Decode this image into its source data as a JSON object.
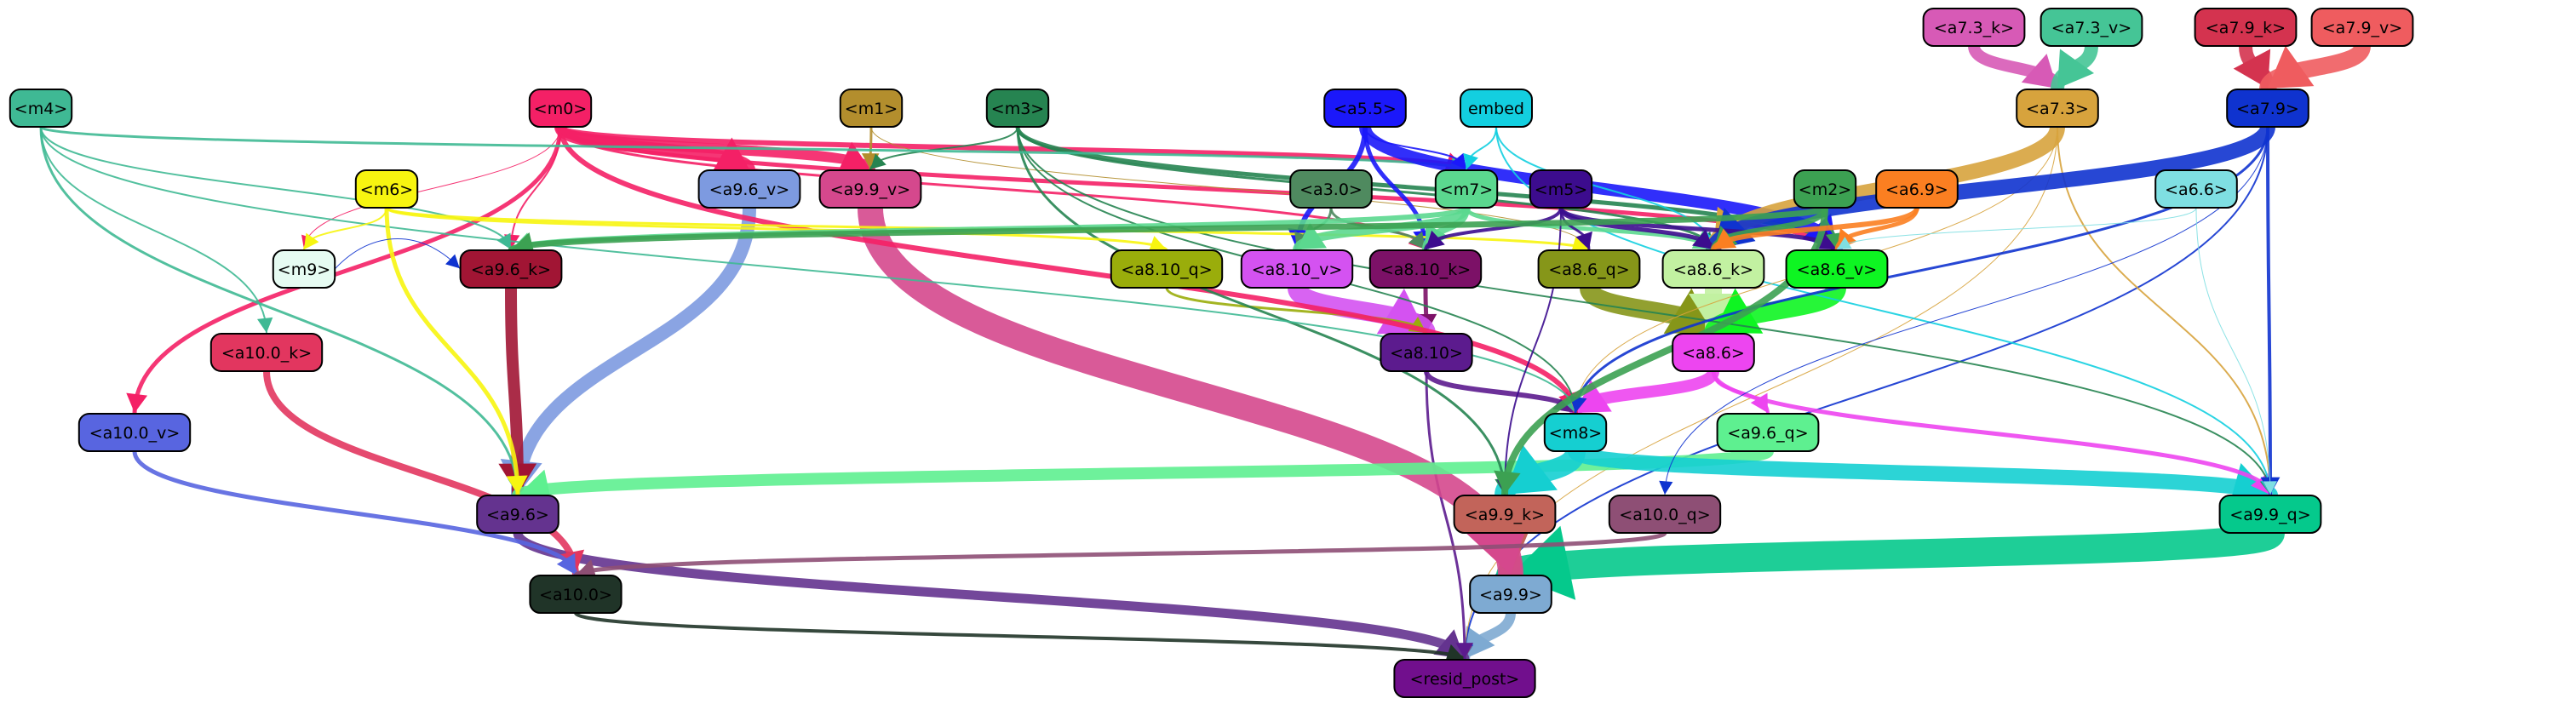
{
  "nodes": [
    {
      "id": "m4",
      "label": "<m4>",
      "fill": "#3fb994",
      "text": "#000000"
    },
    {
      "id": "m0",
      "label": "<m0>",
      "fill": "#f42066",
      "text": "#000000"
    },
    {
      "id": "m1",
      "label": "<m1>",
      "fill": "#b38e2d",
      "text": "#000000"
    },
    {
      "id": "m3",
      "label": "<m3>",
      "fill": "#268451",
      "text": "#000000"
    },
    {
      "id": "a5_5",
      "label": "<a5.5>",
      "fill": "#1b18fa",
      "text": "#000000"
    },
    {
      "id": "embed",
      "label": "embed",
      "fill": "#13cfe0",
      "text": "#000000"
    },
    {
      "id": "a7_3_k",
      "label": "<a7.3_k>",
      "fill": "#d75ab6",
      "text": "#000000"
    },
    {
      "id": "a7_3_v",
      "label": "<a7.3_v>",
      "fill": "#45c596",
      "text": "#000000"
    },
    {
      "id": "a7_9_k",
      "label": "<a7.9_k>",
      "fill": "#d4334f",
      "text": "#000000"
    },
    {
      "id": "a7_9_v",
      "label": "<a7.9_v>",
      "fill": "#ef5c5f",
      "text": "#000000"
    },
    {
      "id": "a7_3",
      "label": "<a7.3>",
      "fill": "#d7a33d",
      "text": "#000000"
    },
    {
      "id": "a7_9",
      "label": "<a7.9>",
      "fill": "#0f33cf",
      "text": "#000000"
    },
    {
      "id": "m6",
      "label": "<m6>",
      "fill": "#f7f510",
      "text": "#000000"
    },
    {
      "id": "a9_6_v",
      "label": "<a9.6_v>",
      "fill": "#7d9ae0",
      "text": "#000000"
    },
    {
      "id": "a9_9_v",
      "label": "<a9.9_v>",
      "fill": "#d5488d",
      "text": "#000000"
    },
    {
      "id": "a3_0",
      "label": "<a3.0>",
      "fill": "#4f8a5f",
      "text": "#000000"
    },
    {
      "id": "m7",
      "label": "<m7>",
      "fill": "#5bd88f",
      "text": "#000000"
    },
    {
      "id": "m5",
      "label": "<m5>",
      "fill": "#3c0c8e",
      "text": "#000000"
    },
    {
      "id": "m2",
      "label": "<m2>",
      "fill": "#3ca152",
      "text": "#000000"
    },
    {
      "id": "a6_9",
      "label": "<a6.9>",
      "fill": "#fb7f21",
      "text": "#000000"
    },
    {
      "id": "a6_6",
      "label": "<a6.6>",
      "fill": "#7fdfe2",
      "text": "#000000"
    },
    {
      "id": "m9",
      "label": "<m9>",
      "fill": "#e6fbf2",
      "text": "#000000"
    },
    {
      "id": "a9_6_k",
      "label": "<a9.6_k>",
      "fill": "#a11534",
      "text": "#000000"
    },
    {
      "id": "a8_10_q",
      "label": "<a8.10_q>",
      "fill": "#9aad0b",
      "text": "#000000"
    },
    {
      "id": "a8_10_v",
      "label": "<a8.10_v>",
      "fill": "#d452f1",
      "text": "#000000"
    },
    {
      "id": "a8_10_k",
      "label": "<a8.10_k>",
      "fill": "#7c1167",
      "text": "#000000"
    },
    {
      "id": "a8_6_q",
      "label": "<a8.6_q>",
      "fill": "#869619",
      "text": "#000000"
    },
    {
      "id": "a8_6_k",
      "label": "<a8.6_k>",
      "fill": "#c2f1a1",
      "text": "#000000"
    },
    {
      "id": "a8_6_v",
      "label": "<a8.6_v>",
      "fill": "#0ef522",
      "text": "#000000"
    },
    {
      "id": "a10_0_k",
      "label": "<a10.0_k>",
      "fill": "#e2365f",
      "text": "#000000"
    },
    {
      "id": "a8_10",
      "label": "<a8.10>",
      "fill": "#5c1b8e",
      "text": "#000000"
    },
    {
      "id": "a8_6",
      "label": "<a8.6>",
      "fill": "#ed45f0",
      "text": "#000000"
    },
    {
      "id": "a10_0_v",
      "label": "<a10.0_v>",
      "fill": "#5865e0",
      "text": "#000000"
    },
    {
      "id": "m8",
      "label": "<m8>",
      "fill": "#15cfd1",
      "text": "#000000"
    },
    {
      "id": "a9_6_q",
      "label": "<a9.6_q>",
      "fill": "#5ef090",
      "text": "#000000"
    },
    {
      "id": "a9_6",
      "label": "<a9.6>",
      "fill": "#64338f",
      "text": "#000000"
    },
    {
      "id": "a9_9_k",
      "label": "<a9.9_k>",
      "fill": "#c2645a",
      "text": "#000000"
    },
    {
      "id": "a10_0_q",
      "label": "<a10.0_q>",
      "fill": "#8e4f75",
      "text": "#000000"
    },
    {
      "id": "a9_9_q",
      "label": "<a9.9_q>",
      "fill": "#05c98c",
      "text": "#000000"
    },
    {
      "id": "a10_0",
      "label": "<a10.0>",
      "fill": "#203428",
      "text": "#000000"
    },
    {
      "id": "a9_9",
      "label": "<a9.9>",
      "fill": "#7eaad2",
      "text": "#000000"
    },
    {
      "id": "resid_post",
      "label": "<resid_post>",
      "fill": "#710f8d",
      "text": "#000000"
    }
  ],
  "edges": [
    {
      "from": "a9_9",
      "to": "resid_post",
      "color": "#7eaad2",
      "width": 12
    },
    {
      "from": "a9_6",
      "to": "resid_post",
      "color": "#64338f",
      "width": 11
    },
    {
      "from": "a10_0",
      "to": "resid_post",
      "color": "#203428",
      "width": 4
    },
    {
      "from": "a7_9",
      "to": "resid_post",
      "color": "#0f33cf",
      "width": 2
    },
    {
      "from": "a7_3",
      "to": "resid_post",
      "color": "#d7a33d",
      "width": 1
    },
    {
      "from": "a8_10",
      "to": "resid_post",
      "color": "#5c1b8e",
      "width": 3
    },
    {
      "from": "a9_9_q",
      "to": "a9_9",
      "color": "#05c98c",
      "width": 34
    },
    {
      "from": "a9_9_k",
      "to": "a9_9",
      "color": "#c2645a",
      "width": 26
    },
    {
      "from": "a9_9_v",
      "to": "a9_9",
      "color": "#d5488d",
      "width": 30
    },
    {
      "from": "a9_6_v",
      "to": "a9_6",
      "color": "#7d9ae0",
      "width": 16
    },
    {
      "from": "a9_6_k",
      "to": "a9_6",
      "color": "#a11534",
      "width": 14
    },
    {
      "from": "a9_6_q",
      "to": "a9_6",
      "color": "#5ef090",
      "width": 14
    },
    {
      "from": "a10_0_k",
      "to": "a10_0",
      "color": "#e2365f",
      "width": 8
    },
    {
      "from": "a10_0_v",
      "to": "a10_0",
      "color": "#5865e0",
      "width": 5
    },
    {
      "from": "a10_0_q",
      "to": "a10_0",
      "color": "#8e4f75",
      "width": 5
    },
    {
      "from": "m8",
      "to": "a9_9_q",
      "color": "#15cfd1",
      "width": 18
    },
    {
      "from": "m8",
      "to": "a9_9_k",
      "color": "#15cfd1",
      "width": 24
    },
    {
      "from": "a8_6",
      "to": "a9_9_q",
      "color": "#ed45f0",
      "width": 5
    },
    {
      "from": "a8_6",
      "to": "m8",
      "color": "#ed45f0",
      "width": 14
    },
    {
      "from": "a8_6",
      "to": "a9_6_q",
      "color": "#ed45f0",
      "width": 4
    },
    {
      "from": "a8_6_q",
      "to": "a8_6",
      "color": "#869619",
      "width": 22
    },
    {
      "from": "a8_6_k",
      "to": "a8_6",
      "color": "#c2f1a1",
      "width": 20
    },
    {
      "from": "a8_6_v",
      "to": "a8_6",
      "color": "#0ef522",
      "width": 22
    },
    {
      "from": "a8_10",
      "to": "m8",
      "color": "#5c1b8e",
      "width": 6
    },
    {
      "from": "a8_10_k",
      "to": "a8_10",
      "color": "#7c1167",
      "width": 5
    },
    {
      "from": "a8_10_v",
      "to": "a8_10",
      "color": "#d452f1",
      "width": 22
    },
    {
      "from": "a8_10_q",
      "to": "a8_10",
      "color": "#9aad0b",
      "width": 3
    },
    {
      "from": "m0",
      "to": "a9_6_v",
      "color": "#f42066",
      "width": 14
    },
    {
      "from": "m0",
      "to": "a9_9_v",
      "color": "#f42066",
      "width": 12
    },
    {
      "from": "m0",
      "to": "m7",
      "color": "#f42066",
      "width": 6
    },
    {
      "from": "m0",
      "to": "a10_0_v",
      "color": "#f42066",
      "width": 5
    },
    {
      "from": "m0",
      "to": "m8",
      "color": "#f42066",
      "width": 6
    },
    {
      "from": "m0",
      "to": "a8_6_v",
      "color": "#f42066",
      "width": 5
    },
    {
      "from": "m0",
      "to": "a8_10_k",
      "color": "#f42066",
      "width": 3
    },
    {
      "from": "m0",
      "to": "a9_6_k",
      "color": "#f42066",
      "width": 2
    },
    {
      "from": "m0",
      "to": "m9",
      "color": "#f42066",
      "width": 1
    },
    {
      "from": "m1",
      "to": "a9_9_v",
      "color": "#b38e2d",
      "width": 3
    },
    {
      "from": "m1",
      "to": "a8_6_q",
      "color": "#b38e2d",
      "width": 1
    },
    {
      "from": "m3",
      "to": "a9_9_k",
      "color": "#268451",
      "width": 3
    },
    {
      "from": "m3",
      "to": "a8_6_v",
      "color": "#268451",
      "width": 5
    },
    {
      "from": "m3",
      "to": "m8",
      "color": "#268451",
      "width": 2
    },
    {
      "from": "m3",
      "to": "a9_9_v",
      "color": "#268451",
      "width": 2
    },
    {
      "from": "m3",
      "to": "a8_6_k",
      "color": "#268451",
      "width": 3
    },
    {
      "from": "m3",
      "to": "a9_9_q",
      "color": "#268451",
      "width": 2
    },
    {
      "from": "m4",
      "to": "a9_6_k",
      "color": "#3fb994",
      "width": 2
    },
    {
      "from": "m4",
      "to": "a10_0_k",
      "color": "#3fb994",
      "width": 2
    },
    {
      "from": "m4",
      "to": "a9_6",
      "color": "#3fb994",
      "width": 3
    },
    {
      "from": "m4",
      "to": "m7",
      "color": "#3fb994",
      "width": 3
    },
    {
      "from": "m4",
      "to": "m8",
      "color": "#3fb994",
      "width": 2
    },
    {
      "from": "a5_5",
      "to": "a8_6_v",
      "color": "#1b18fa",
      "width": 14
    },
    {
      "from": "a5_5",
      "to": "a8_10_v",
      "color": "#1b18fa",
      "width": 6
    },
    {
      "from": "a5_5",
      "to": "a8_10_k",
      "color": "#1b18fa",
      "width": 5
    },
    {
      "from": "a5_5",
      "to": "m7",
      "color": "#1b18fa",
      "width": 2
    },
    {
      "from": "embed",
      "to": "m7",
      "color": "#13cfe0",
      "width": 2
    },
    {
      "from": "embed",
      "to": "a9_9_q",
      "color": "#13cfe0",
      "width": 2
    },
    {
      "from": "embed",
      "to": "a8_6_k",
      "color": "#13cfe0",
      "width": 2
    },
    {
      "from": "a7_3_k",
      "to": "a7_3",
      "color": "#d75ab6",
      "width": 14
    },
    {
      "from": "a7_3_v",
      "to": "a7_3",
      "color": "#45c596",
      "width": 16
    },
    {
      "from": "a7_9_k",
      "to": "a7_9",
      "color": "#d4334f",
      "width": 16
    },
    {
      "from": "a7_9_v",
      "to": "a7_9",
      "color": "#ef5c5f",
      "width": 20
    },
    {
      "from": "a7_3",
      "to": "a8_6_k",
      "color": "#d7a33d",
      "width": 18
    },
    {
      "from": "a7_3",
      "to": "a9_9_q",
      "color": "#d7a33d",
      "width": 2
    },
    {
      "from": "a7_3",
      "to": "m8",
      "color": "#d7a33d",
      "width": 1
    },
    {
      "from": "a7_9",
      "to": "a8_6_k",
      "color": "#0f33cf",
      "width": 18
    },
    {
      "from": "a7_9",
      "to": "a9_9_q",
      "color": "#0f33cf",
      "width": 4
    },
    {
      "from": "a7_9",
      "to": "m8",
      "color": "#0f33cf",
      "width": 3
    },
    {
      "from": "a7_9",
      "to": "a10_0_q",
      "color": "#0f33cf",
      "width": 1
    },
    {
      "from": "m6",
      "to": "a9_6",
      "color": "#f7f510",
      "width": 5
    },
    {
      "from": "m6",
      "to": "a8_10_q",
      "color": "#f7f510",
      "width": 3
    },
    {
      "from": "m6",
      "to": "a8_6_q",
      "color": "#f7f510",
      "width": 3
    },
    {
      "from": "m6",
      "to": "m9",
      "color": "#f7f510",
      "width": 2
    },
    {
      "from": "a3_0",
      "to": "a8_10_v",
      "color": "#4f8a5f",
      "width": 3
    },
    {
      "from": "a3_0",
      "to": "a8_10_k",
      "color": "#4f8a5f",
      "width": 3
    },
    {
      "from": "m7",
      "to": "a9_6_k",
      "color": "#5bd88f",
      "width": 6
    },
    {
      "from": "m7",
      "to": "a8_10_v",
      "color": "#5bd88f",
      "width": 10
    },
    {
      "from": "m7",
      "to": "a8_10_k",
      "color": "#5bd88f",
      "width": 8
    },
    {
      "from": "m7",
      "to": "a8_6_k",
      "color": "#5bd88f",
      "width": 5
    },
    {
      "from": "m5",
      "to": "a8_6_k",
      "color": "#3c0c8e",
      "width": 5
    },
    {
      "from": "m5",
      "to": "a8_6_v",
      "color": "#3c0c8e",
      "width": 5
    },
    {
      "from": "m5",
      "to": "a8_10_k",
      "color": "#3c0c8e",
      "width": 4
    },
    {
      "from": "m5",
      "to": "a8_6_q",
      "color": "#3c0c8e",
      "width": 3
    },
    {
      "from": "m5",
      "to": "a9_9_k",
      "color": "#3c0c8e",
      "width": 2
    },
    {
      "from": "m2",
      "to": "a9_6_k",
      "color": "#3ca152",
      "width": 7
    },
    {
      "from": "m2",
      "to": "a8_6_k",
      "color": "#3ca152",
      "width": 7
    },
    {
      "from": "m2",
      "to": "a9_9_k",
      "color": "#3ca152",
      "width": 8
    },
    {
      "from": "m2",
      "to": "a8_6_v",
      "color": "#3ca152",
      "width": 3
    },
    {
      "from": "a6_9",
      "to": "a8_6_k",
      "color": "#fb7f21",
      "width": 6
    },
    {
      "from": "a6_9",
      "to": "a8_6_v",
      "color": "#fb7f21",
      "width": 5
    },
    {
      "from": "a6_6",
      "to": "a9_9_q",
      "color": "#7fdfe2",
      "width": 1
    },
    {
      "from": "a6_6",
      "to": "a8_6_v",
      "color": "#7fdfe2",
      "width": 1
    },
    {
      "from": "m9",
      "to": "a9_6_k",
      "color": "#0f33cf",
      "width": 1
    }
  ]
}
